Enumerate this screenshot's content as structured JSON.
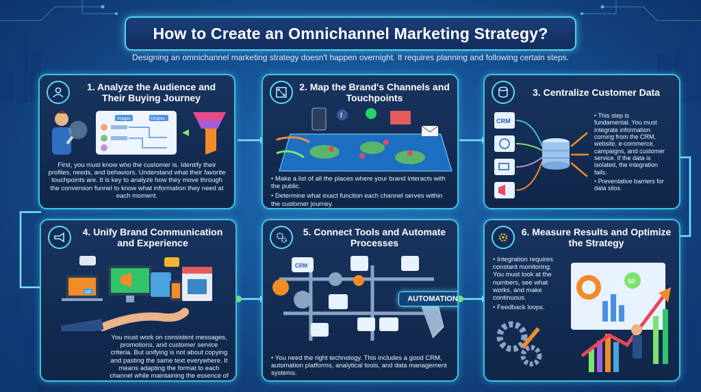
{
  "title": "How to Create an Omnichannel Marketing Strategy?",
  "subtitle": "Designing an omnichannel marketing strategy doesn't happen overnight. It requires planning and following certain steps.",
  "colors": {
    "background": "#154f92",
    "card_border": "#3fc2e6",
    "card_fill": "#18345f",
    "accent_orange": "#f28c28",
    "accent_green": "#7be36b"
  },
  "steps": [
    {
      "icon": "audience-search-icon",
      "title": "1. Analyze the Audience and Their Buying Journey",
      "text": "First, you must know who the customer is. Identify their profiles, needs, and behaviors. Understand what their favorite touchpoints are. It is key to analyze how they move through the conversion funnel to know what information they need at each moment.",
      "illus_labels": [
        "Images",
        "Chopes"
      ]
    },
    {
      "icon": "channel-map-icon",
      "title": "2. Map the Brand's Channels and Touchpoints",
      "bullets": [
        "Make a list of all the places where your brand interacts with the public.",
        "Determine what exact function each channel serves within the customer journey."
      ]
    },
    {
      "icon": "database-icon",
      "title": "3. Centralize Customer Data",
      "bullets": [
        "This step is fundamental. You must integrate information coming from the CRM, website, e-commerce, campaigns, and customer service. If the data is isolated, the integration fails.",
        "Preventative barriers for data silos."
      ],
      "illus_labels": [
        "CRM"
      ]
    },
    {
      "icon": "megaphone-icon",
      "title": "4. Unify Brand Communication and Experience",
      "text": "You must work on consistent messages, promotions, and customer service criteria. But unifying is not about copying and pasting the same text everywhere. It means adapting the format to each channel while maintaining the essence of the brand.",
      "illus_labels": [
        "GP"
      ]
    },
    {
      "icon": "gears-icon",
      "title": "5. Connect Tools and Automate Processes",
      "bullets": [
        "You need the right technology. This includes a good CRM, automation platforms, analytical tools, and data management systems."
      ],
      "illus_labels": [
        "CRM",
        "AUTOMATION"
      ]
    },
    {
      "icon": "gear-analytics-icon",
      "title": "6. Measure Results and Optimize the Strategy",
      "bullets": [
        "Integration requires constant monitoring. You must look at the numbers, see what works, and make continuous.",
        "Feedback loops."
      ],
      "illus_labels": [
        "SD"
      ]
    }
  ]
}
